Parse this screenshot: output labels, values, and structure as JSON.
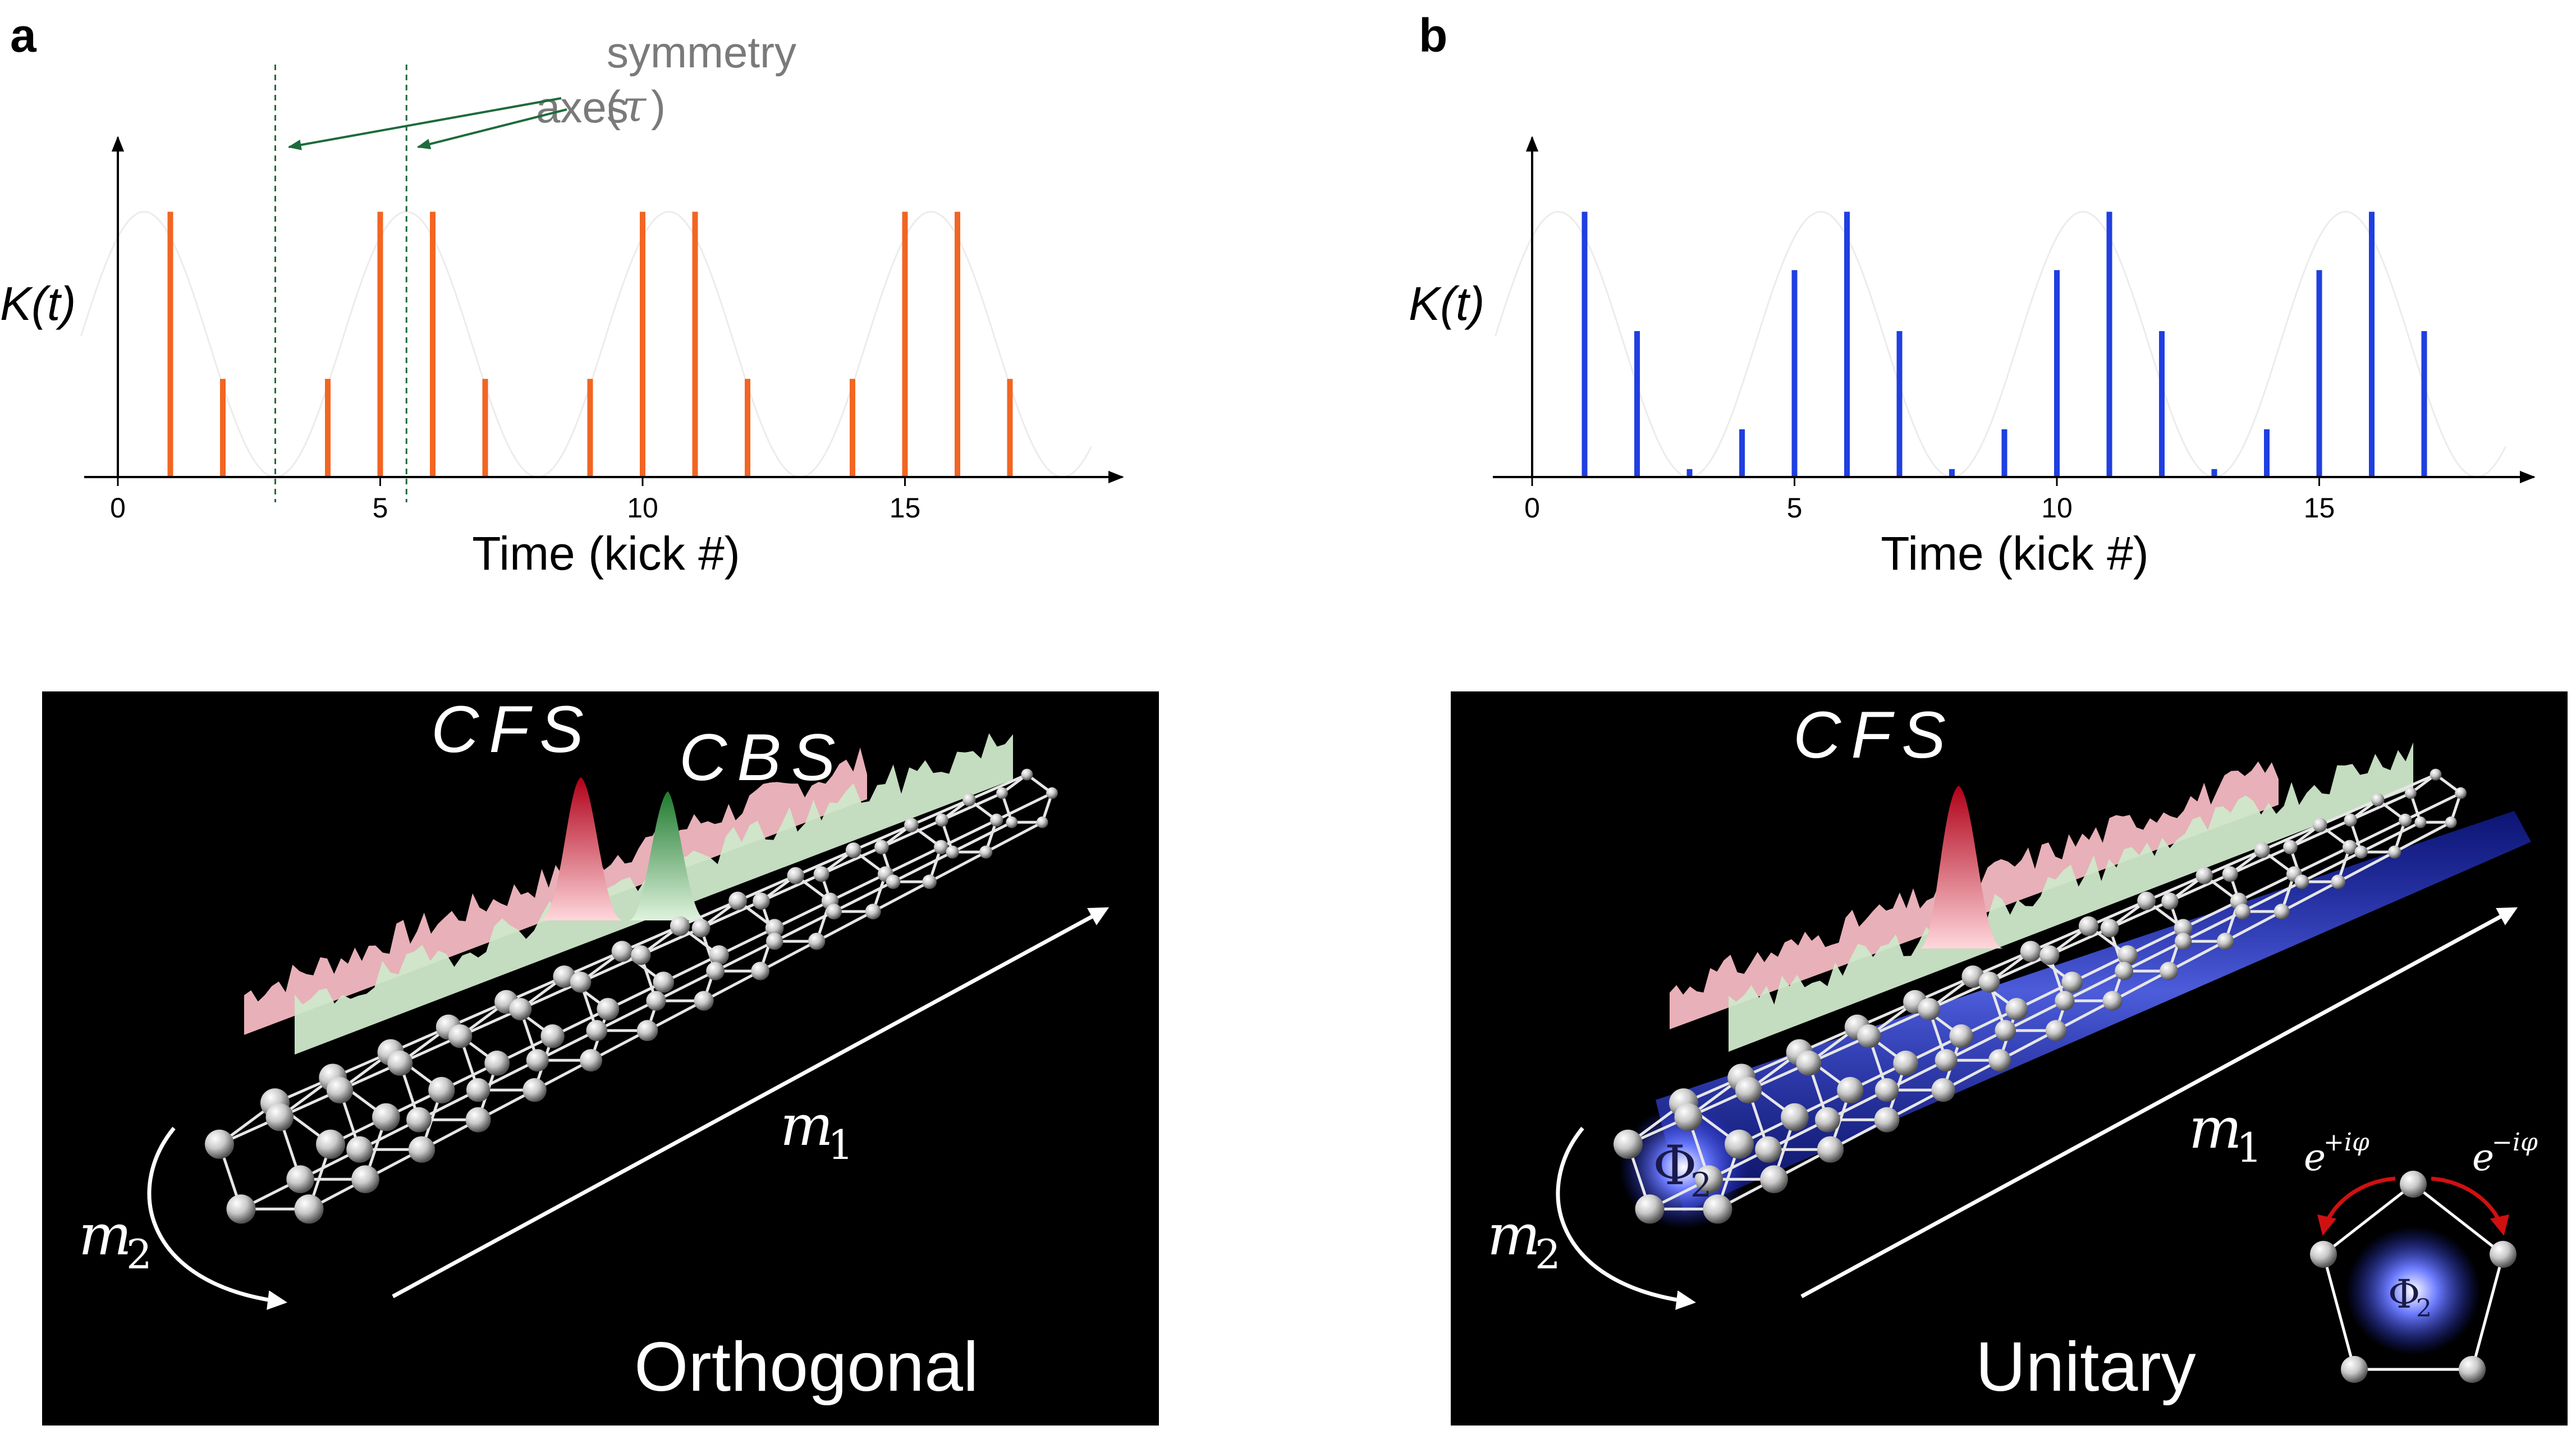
{
  "panel_a": {
    "letter": "a",
    "y_label": "K(t)",
    "x_label": "Time (kick #)",
    "annotation_line1": "symmetry",
    "annotation_line2": "axes",
    "annotation_symbol": "τ",
    "bottom": {
      "peak_label_1": "CFS",
      "peak_label_2": "CBS",
      "m1_base": "m",
      "m1_sub": "1",
      "m2_base": "m",
      "m2_sub": "2",
      "class_label": "Orthogonal"
    }
  },
  "panel_b": {
    "letter": "b",
    "y_label": "K(t)",
    "x_label": "Time (kick #)",
    "bottom": {
      "peak_label_1": "CFS",
      "m1_base": "m",
      "m1_sub": "1",
      "m2_base": "m",
      "m2_sub": "2",
      "phi_base": "Φ",
      "phi_sub": "2",
      "phase_left_base": "e",
      "phase_left_exp": "+iφ",
      "phase_right_base": "e",
      "phase_right_exp": "−iφ",
      "class_label": "Unitary"
    }
  },
  "colors": {
    "orange": "#f26522",
    "blue": "#1f3fe0",
    "cfs_red": "#c8102e",
    "cbs_green": "#2e8b3a",
    "symmetry_green": "#1e6b3c",
    "annotation_gray": "#7a7a7a"
  },
  "chart_data": [
    {
      "type": "bar",
      "panel": "a",
      "xlabel": "Time (kick #)",
      "ylabel": "K(t)",
      "xlim": [
        -0.7,
        19
      ],
      "ylim": [
        0,
        1.1
      ],
      "xticks": [
        0,
        5,
        10,
        15
      ],
      "x": [
        1,
        2,
        4,
        5,
        6,
        7,
        9,
        10,
        11,
        12,
        14,
        15,
        16,
        17
      ],
      "values": [
        1.0,
        0.37,
        0.37,
        1.0,
        1.0,
        0.37,
        0.37,
        1.0,
        1.0,
        0.37,
        0.37,
        1.0,
        1.0,
        0.37
      ],
      "envelope_period": 5,
      "symmetry_axes": [
        3,
        5.5
      ]
    },
    {
      "type": "bar",
      "panel": "b",
      "xlabel": "Time (kick #)",
      "ylabel": "K(t)",
      "xlim": [
        -0.7,
        19
      ],
      "ylim": [
        0,
        1.1
      ],
      "xticks": [
        0,
        5,
        10,
        15
      ],
      "x": [
        1,
        2,
        3,
        4,
        5,
        6,
        7,
        8,
        9,
        10,
        11,
        12,
        13,
        14,
        15,
        16,
        17
      ],
      "values": [
        1.0,
        0.55,
        0.03,
        0.18,
        0.78,
        1.0,
        0.55,
        0.03,
        0.18,
        0.78,
        1.0,
        0.55,
        0.03,
        0.18,
        0.78,
        1.0,
        0.55
      ],
      "envelope_period": 5
    }
  ]
}
